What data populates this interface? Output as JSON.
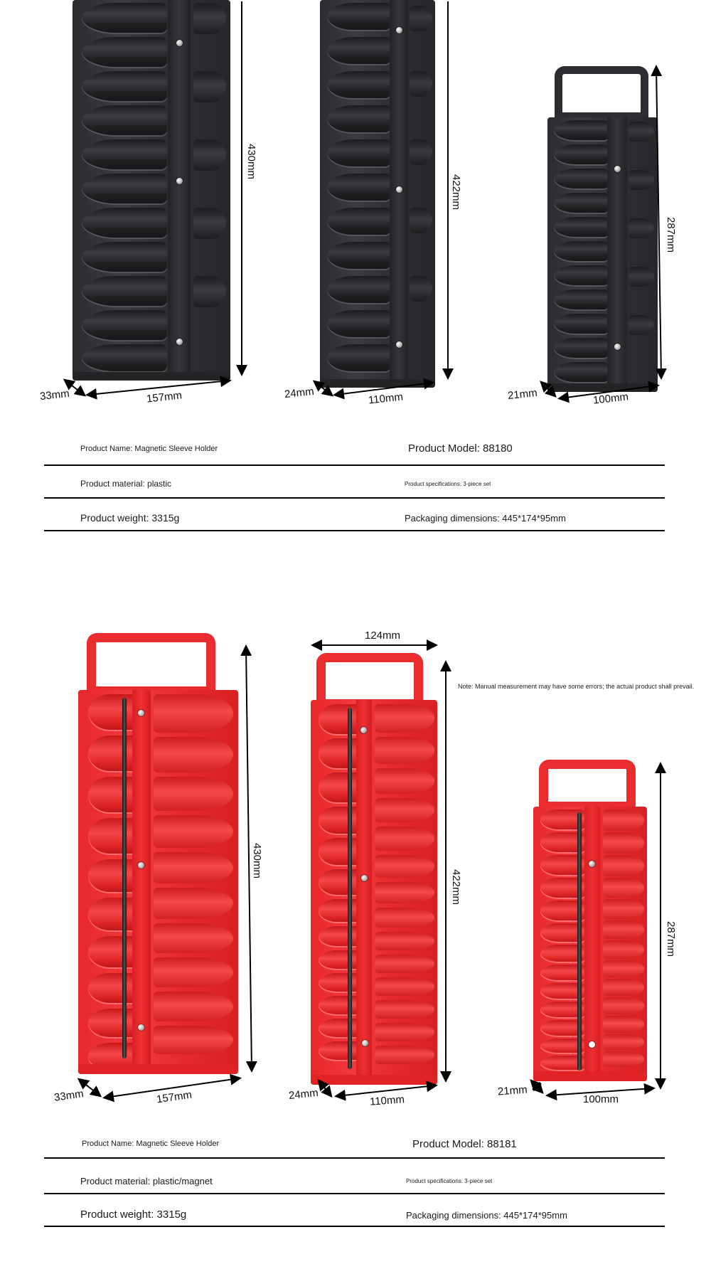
{
  "section_black": {
    "holders": [
      {
        "id": "large",
        "height": "430mm",
        "width": "157mm",
        "depth": "33mm",
        "color": "#2c2d30"
      },
      {
        "id": "medium",
        "height": "422mm",
        "width": "110mm",
        "depth": "24mm",
        "color": "#2c2d30"
      },
      {
        "id": "small",
        "height": "287mm",
        "width": "100mm",
        "depth": "21mm",
        "color": "#2c2d30"
      }
    ],
    "specs": {
      "product_name": "Product Name: Magnetic Sleeve Holder",
      "product_model": "Product Model: 88180",
      "product_material": "Product material: plastic",
      "product_specifications": "Product specifications: 3-piece set",
      "product_weight": "Product weight: 3315g",
      "packaging_dimensions": "Packaging dimensions: 445*174*95mm"
    }
  },
  "section_red": {
    "handle_width": "124mm",
    "note": "Note: Manual measurement may have some errors; the actual product shall prevail.",
    "holders": [
      {
        "id": "large",
        "height": "430mm",
        "width": "157mm",
        "depth": "33mm",
        "color": "#ea2c2f"
      },
      {
        "id": "medium",
        "height": "422mm",
        "width": "110mm",
        "depth": "24mm",
        "color": "#ea2c2f"
      },
      {
        "id": "small",
        "height": "287mm",
        "width": "100mm",
        "depth": "21mm",
        "color": "#ea2c2f"
      }
    ],
    "specs": {
      "product_name": "Product Name: Magnetic Sleeve Holder",
      "product_model": "Product Model: 88181",
      "product_material": "Product material: plastic/magnet",
      "product_specifications": "Product specifications: 3-piece set",
      "product_weight": "Product weight: 3315g",
      "packaging_dimensions": "Packaging dimensions: 445*174*95mm"
    }
  }
}
